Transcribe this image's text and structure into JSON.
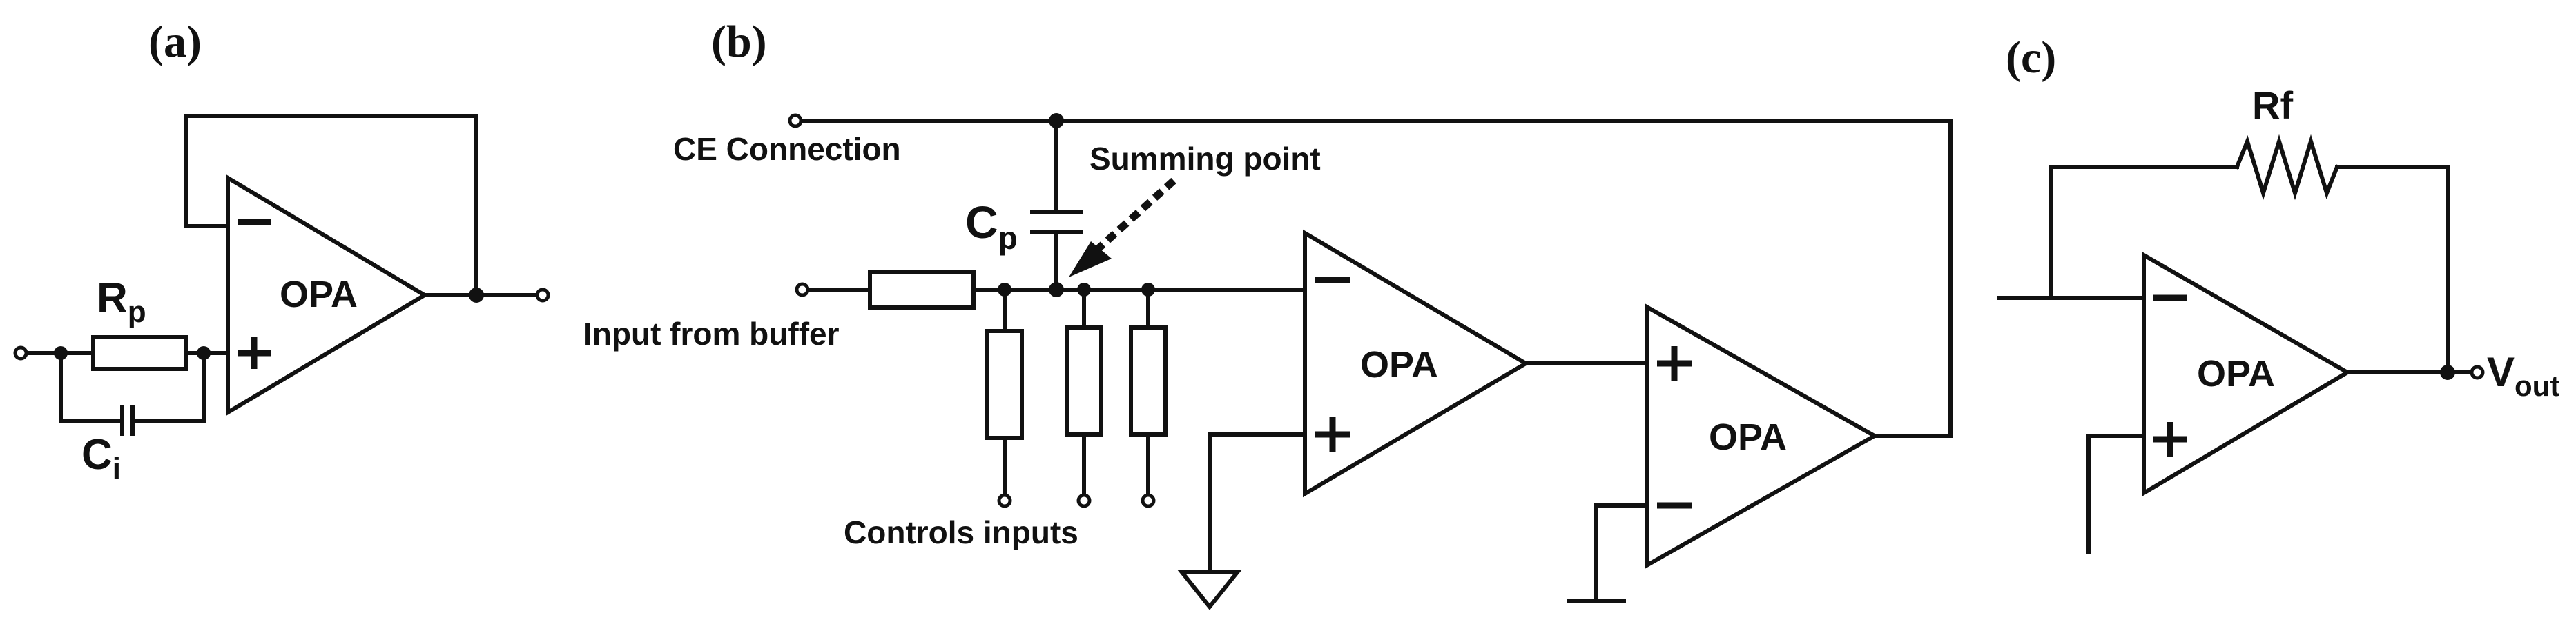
{
  "panels": {
    "a": "(a)",
    "b": "(b)",
    "c": "(c)"
  },
  "opamp_label": "OPA",
  "panel_a": {
    "resistor": "R",
    "resistor_sub": "p",
    "capacitor": "C",
    "capacitor_sub": "i"
  },
  "panel_b": {
    "ce_connection": "CE Connection",
    "summing_point": "Summing point",
    "capacitor": "C",
    "capacitor_sub": "p",
    "input_from_buffer": "Input from buffer",
    "controls_inputs": "Controls inputs"
  },
  "panel_c": {
    "feedback_resistor": "Rf",
    "output": "V",
    "output_sub": "out"
  }
}
